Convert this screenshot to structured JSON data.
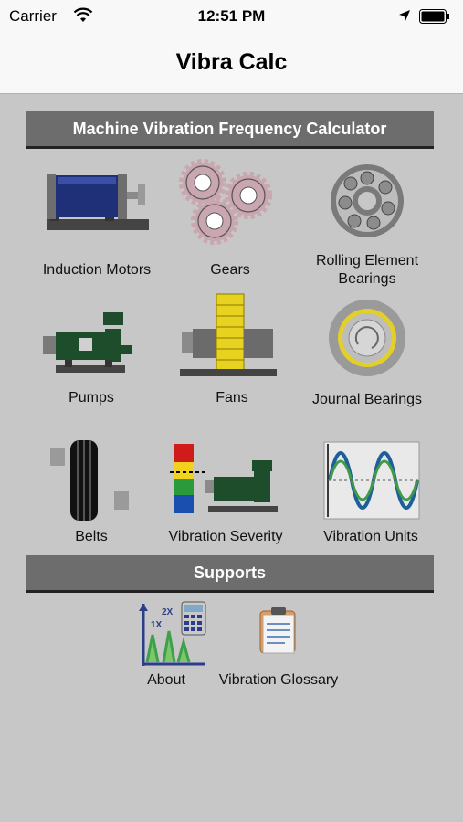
{
  "status_bar": {
    "carrier": "Carrier",
    "time": "12:51 PM"
  },
  "nav": {
    "title": "Vibra Calc"
  },
  "calculator": {
    "header": "Machine Vibration Frequency Calculator",
    "items": [
      {
        "label": "Induction Motors"
      },
      {
        "label": "Gears"
      },
      {
        "label": "Rolling Element Bearings"
      },
      {
        "label": "Pumps"
      },
      {
        "label": "Fans"
      },
      {
        "label": "Journal Bearings"
      },
      {
        "label": "Belts"
      },
      {
        "label": "Vibration Severity"
      },
      {
        "label": "Vibration Units"
      }
    ]
  },
  "supports": {
    "header": "Supports",
    "items": [
      {
        "label": "About",
        "icon_text": [
          "2X",
          "1X"
        ]
      },
      {
        "label": "Vibration Glossary"
      }
    ]
  }
}
